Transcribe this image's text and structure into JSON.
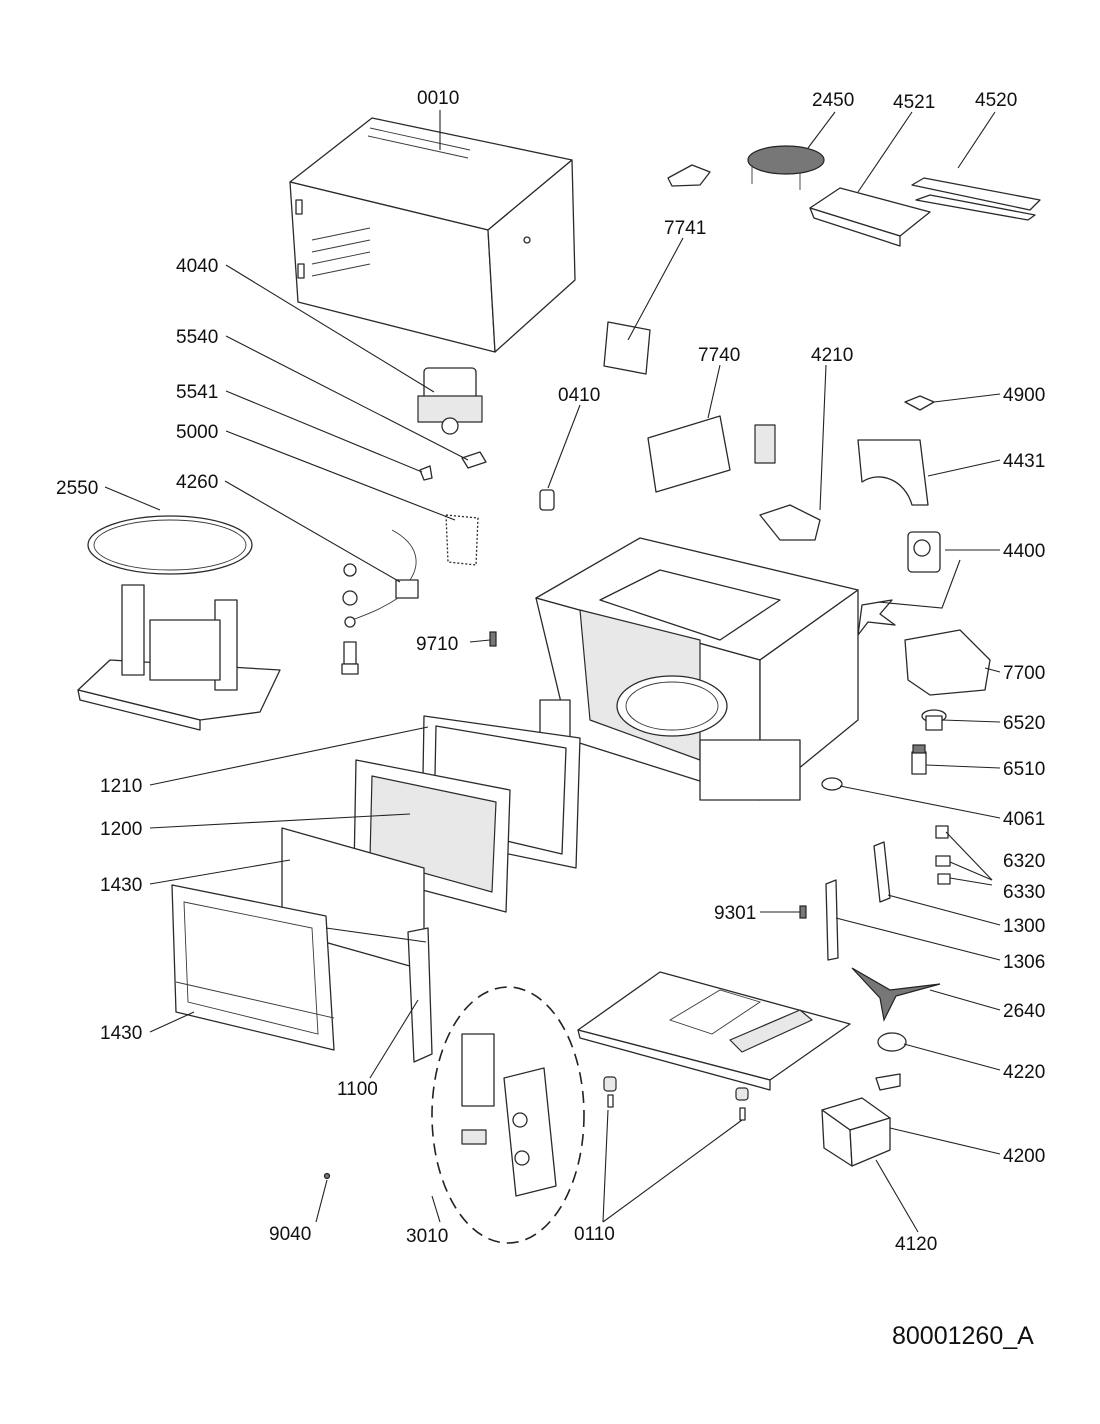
{
  "document_code": "80001260_A",
  "callouts": {
    "c0010": "0010",
    "c2450": "2450",
    "c4521": "4521",
    "c4520": "4520",
    "c7741": "7741",
    "c4040": "4040",
    "c5540": "5540",
    "c5541": "5541",
    "c5000": "5000",
    "c4260": "4260",
    "c2550": "2550",
    "c0410": "0410",
    "c7740": "7740",
    "c4210": "4210",
    "c4900": "4900",
    "c4431": "4431",
    "c4400": "4400",
    "c9710": "9710",
    "c7700": "7700",
    "c6520": "6520",
    "c6510": "6510",
    "c1210": "1210",
    "c4061": "4061",
    "c1200": "1200",
    "c6320": "6320",
    "c1430a": "1430",
    "c6330": "6330",
    "c9301": "9301",
    "c1300": "1300",
    "c1306": "1306",
    "c2640": "2640",
    "c1430b": "1430",
    "c1100": "1100",
    "c4220": "4220",
    "c4200": "4200",
    "c9040": "9040",
    "c3010": "3010",
    "c0110": "0110",
    "c4120": "4120"
  }
}
